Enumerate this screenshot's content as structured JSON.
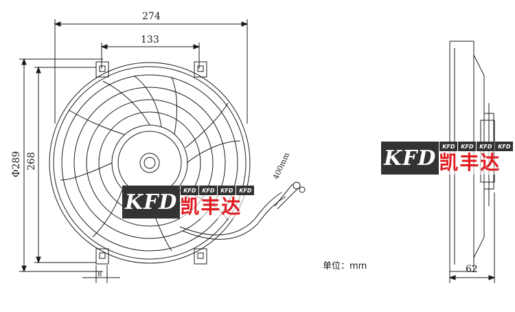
{
  "dimensions": {
    "overall_width": "274",
    "mount_span": "133",
    "outer_diameter": "Φ289",
    "mount_height": "268",
    "wire_length": "400mm",
    "slot": "8",
    "depth": "62"
  },
  "unit_label": "单位：mm",
  "watermark": {
    "logo": "KFD",
    "tags": [
      "KFD",
      "KFD",
      "KFD",
      "KFD"
    ],
    "chinese": "凯丰达"
  },
  "colors": {
    "line": "#1a1a1a",
    "watermark_bg": "#333333",
    "watermark_red": "#e0191e"
  }
}
